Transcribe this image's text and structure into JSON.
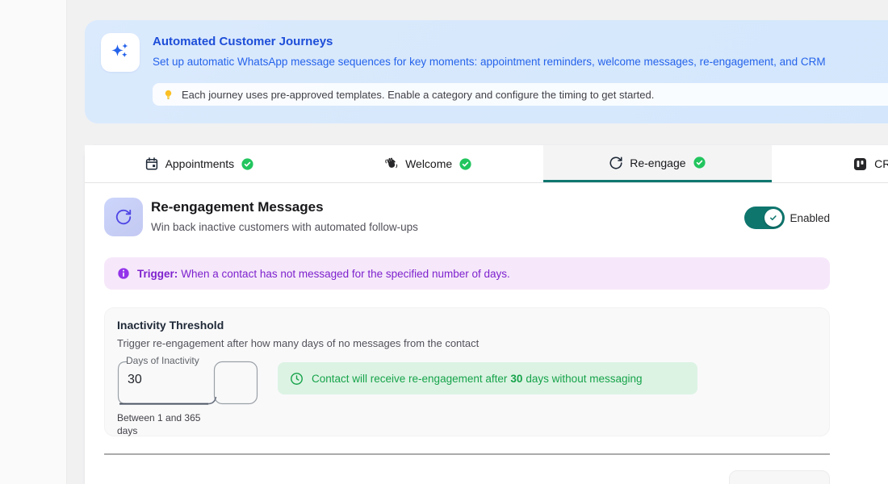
{
  "banner": {
    "title": "Automated Customer Journeys",
    "subtitle": "Set up automatic WhatsApp message sequences for key moments: appointment reminders, welcome messages, re-engagement, and CRM",
    "tip": "Each journey uses pre-approved templates. Enable a category and configure the timing to get started."
  },
  "tabs": [
    {
      "label": "Appointments",
      "icon": "calendar-icon",
      "status": "enabled"
    },
    {
      "label": "Welcome",
      "icon": "waving-hand-icon",
      "status": "enabled"
    },
    {
      "label": "Re-engage",
      "icon": "refresh-icon",
      "status": "enabled",
      "active": true
    },
    {
      "label": "CRM",
      "icon": "kanban-icon"
    }
  ],
  "section": {
    "title": "Re-engagement Messages",
    "subtitle": "Win back inactive customers with automated follow-ups",
    "toggle_label": "Enabled",
    "toggle_state": "on"
  },
  "trigger": {
    "label": "Trigger:",
    "text": "When a contact has not messaged for the specified number of days."
  },
  "threshold": {
    "title": "Inactivity Threshold",
    "subtitle": "Trigger re-engagement after how many days of no messages from the contact",
    "input_label": "Days of Inactivity",
    "input_value": "30",
    "helper": "Between 1 and 365 days",
    "notice_pre": "Contact will receive re-engagement after",
    "notice_value": "30",
    "notice_post": "days without messaging"
  },
  "colors": {
    "accent_teal": "#0f766e",
    "banner_blue": "#1d4ed8",
    "trigger_purple": "#7e22ce",
    "success_green": "#16a34a",
    "check_badge_green": "#22c55e"
  }
}
